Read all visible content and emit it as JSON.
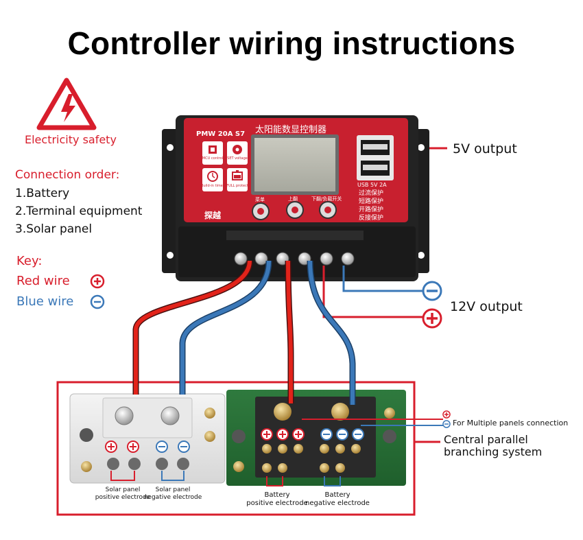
{
  "title": "Controller wiring instructions",
  "safety": {
    "icon": "electricity-warning-icon",
    "label": "Electricity safety"
  },
  "connection_order": {
    "heading": "Connection order:",
    "steps": [
      "1.Battery",
      "2.Terminal equipment",
      "3.Solar panel"
    ]
  },
  "key": {
    "heading": "Key:",
    "red_wire": "Red wire",
    "blue_wire": "Blue wire"
  },
  "controller": {
    "model": "PMW 20A S7",
    "chinese_title": "太阳能数显控制器",
    "buttons": [
      {
        "label": "MCU control",
        "icon": "chip-icon"
      },
      {
        "label": "SET voltage",
        "icon": "gear-icon"
      },
      {
        "label": "Build-in timer",
        "icon": "clock-icon"
      },
      {
        "label": "FULL protect",
        "icon": "battery-icon"
      }
    ],
    "usb_label": "USB  5V  2A",
    "protections": [
      "过流保护",
      "短路保护",
      "开路保护",
      "反接保护"
    ],
    "knob_labels": [
      "菜单",
      "上翻",
      "下翻/负载开关"
    ],
    "brand": "探越"
  },
  "outputs": {
    "usb": "5V output",
    "dc": "12V output"
  },
  "symbols": {
    "plus": "+",
    "minus": "−"
  },
  "branching": {
    "multi_panels": "For Multiple panels connection",
    "central_line1": "Central parallel",
    "central_line2": "branching system",
    "solar_pos_line1": "Solar panel",
    "solar_pos_line2": "positive electrode",
    "solar_neg_line1": "Solar panel",
    "solar_neg_line2": "negative electrode",
    "batt_pos_line1": "Battery",
    "batt_pos_line2": "positive electrode",
    "batt_neg_line1": "Battery",
    "batt_neg_line2": "negative electrode"
  },
  "colors": {
    "red": "#e2231a",
    "blue": "#3b78b8",
    "accent_red": "#d81e2c"
  }
}
